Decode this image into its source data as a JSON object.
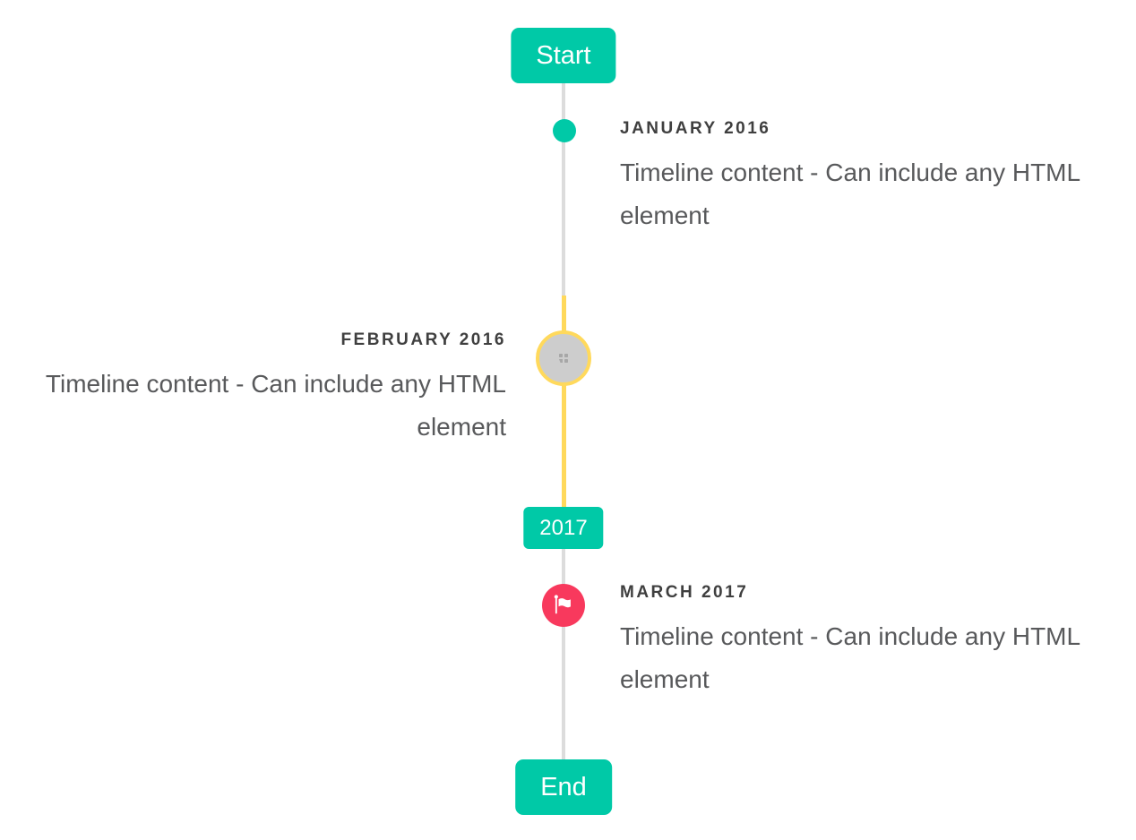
{
  "timeline": {
    "start_badge": "Start",
    "end_badge": "End",
    "year_badge": "2017",
    "items": [
      {
        "title": "JANUARY 2016",
        "body": "Timeline content - Can include any HTML element",
        "side": "right",
        "marker": "teal-dot"
      },
      {
        "title": "FEBRUARY 2016",
        "body": "Timeline content - Can include any HTML element",
        "side": "left",
        "marker": "gray-circle-yellow-ring-broken-image"
      },
      {
        "title": "MARCH 2017",
        "body": "Timeline content - Can include any HTML element",
        "side": "right",
        "marker": "red-circle-flag"
      }
    ],
    "icons": {
      "february_marker": "broken-image-icon",
      "march_marker": "flag-icon"
    },
    "colors": {
      "accent_teal": "#00c9a7",
      "highlight_yellow": "#ffd95c",
      "flag_red": "#f8395d",
      "line_gray": "#dcdcdc",
      "circle_gray": "#cdcdcd",
      "title_gray": "#3f3f3f",
      "body_gray": "#58595b"
    }
  }
}
